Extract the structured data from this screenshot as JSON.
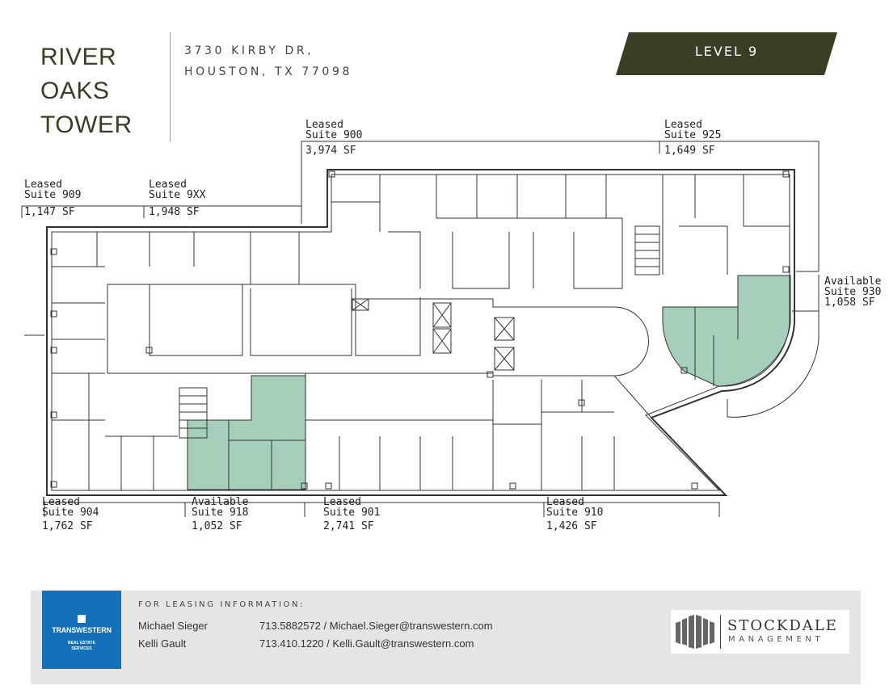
{
  "header": {
    "title_lines": [
      "RIVER",
      "OAKS",
      "TOWER"
    ],
    "address_lines": [
      "3730 KIRBY DR,",
      "HOUSTON, TX 77098"
    ],
    "level_label": "LEVEL 9"
  },
  "colors": {
    "brand_olive": "#3b3d24",
    "available_fill": "#a6cfba",
    "transwestern_blue": "#1470b9"
  },
  "suites": [
    {
      "id": "900",
      "status": "Leased",
      "name": "Suite 900",
      "area": "3,974 SF"
    },
    {
      "id": "925",
      "status": "Leased",
      "name": "Suite 925",
      "area": "1,649 SF"
    },
    {
      "id": "909",
      "status": "Leased",
      "name": "Suite 909",
      "area": "1,147 SF"
    },
    {
      "id": "9xx",
      "status": "Leased",
      "name": "Suite 9XX",
      "area": "1,948 SF"
    },
    {
      "id": "930",
      "status": "Available",
      "name": "Suite 930",
      "area": "1,058 SF"
    },
    {
      "id": "904",
      "status": "Leased",
      "name": "Suite 904",
      "area": "1,762 SF"
    },
    {
      "id": "918",
      "status": "Available",
      "name": "Suite 918",
      "area": "1,052 SF"
    },
    {
      "id": "901",
      "status": "Leased",
      "name": "Suite 901",
      "area": "2,741 SF"
    },
    {
      "id": "910",
      "status": "Leased",
      "name": "Suite 910",
      "area": "1,426 SF"
    }
  ],
  "footer": {
    "transwestern_name": "TRANSWESTERN",
    "transwestern_sub": [
      "REAL ESTATE",
      "SERVICES"
    ],
    "leasing_heading": "FOR LEASING INFORMATION:",
    "contacts": [
      {
        "name": "Michael Sieger",
        "details": "713.5882572 / Michael.Sieger@transwestern.com"
      },
      {
        "name": "Kelli Gault",
        "details": "713.410.1220 / Kelli.Gault@transwestern.com"
      }
    ],
    "stockdale_name": "STOCKDALE",
    "stockdale_sub": "MANAGEMENT"
  }
}
